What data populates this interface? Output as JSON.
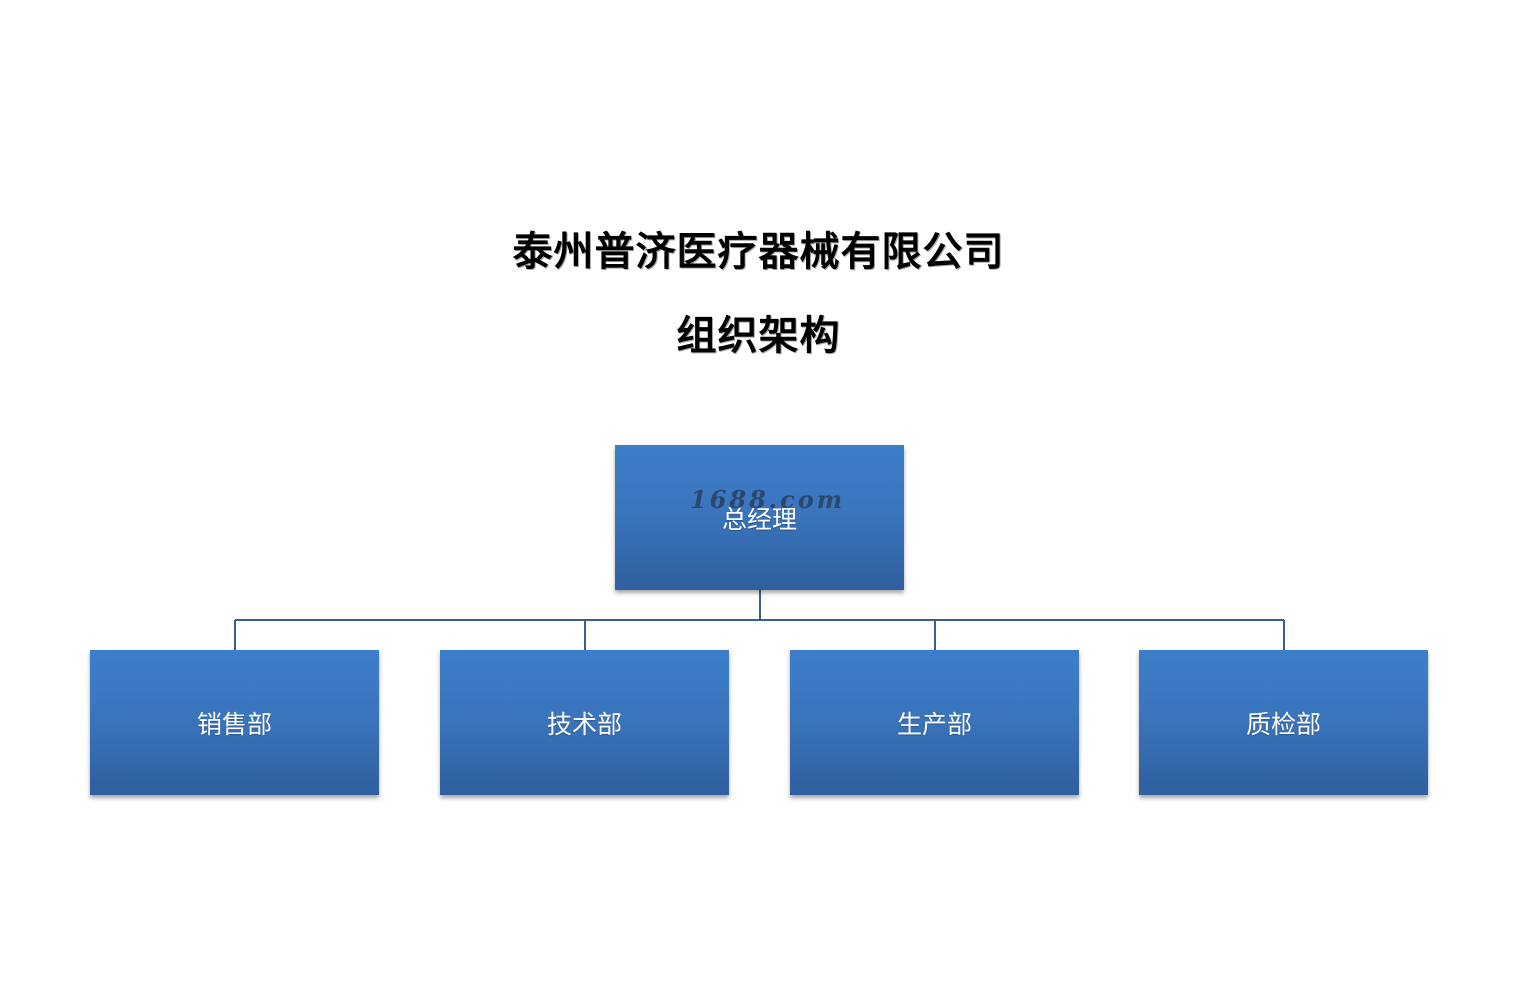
{
  "header": {
    "company_name": "泰州普济医疗器械有限公司",
    "chart_title": "组织架构"
  },
  "org_chart": {
    "root": {
      "label": "总经理"
    },
    "children": [
      {
        "label": "销售部"
      },
      {
        "label": "技术部"
      },
      {
        "label": "生产部"
      },
      {
        "label": "质检部"
      }
    ]
  },
  "watermark": {
    "text": "1688.com"
  },
  "colors": {
    "box_top": "#3d7fcb",
    "box_bottom": "#2f5f9e",
    "connector": "#3a5f8f",
    "title": "#000000"
  }
}
